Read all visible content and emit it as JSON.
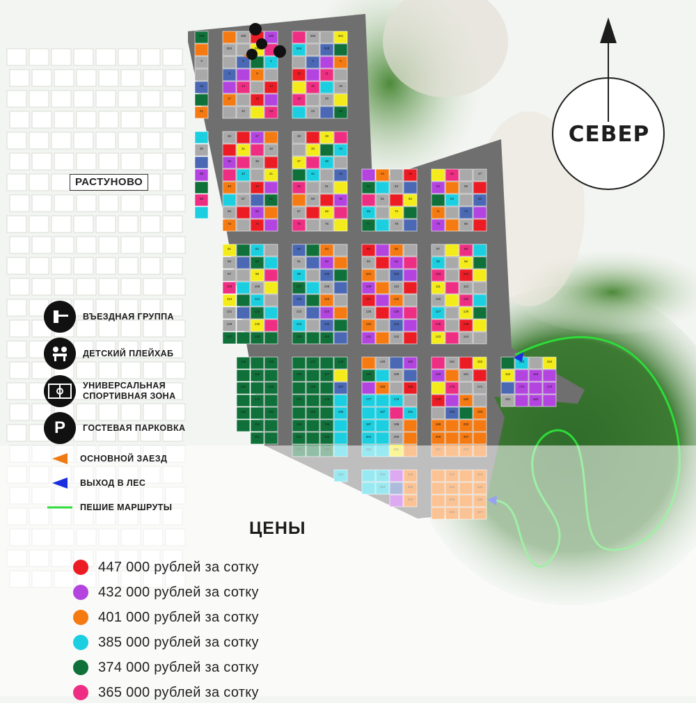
{
  "compass": {
    "label": "СЕВЕР"
  },
  "village": {
    "label": "РАСТУНОВО"
  },
  "legend": {
    "items": [
      {
        "icon": "entrance-gate-icon",
        "label": "ВЪЕЗДНАЯ ГРУППА"
      },
      {
        "icon": "playground-icon",
        "label": "ДЕТСКИЙ ПЛЕЙХАБ"
      },
      {
        "icon": "sports-field-icon",
        "label": "УНИВЕРСАЛЬНАЯ\nСПОРТИВНАЯ ЗОНА"
      },
      {
        "icon": "parking-icon",
        "label": "ГОСТЕВАЯ ПАРКОВКА",
        "glyph": "P"
      },
      {
        "icon": "main-entry-arrow-icon",
        "label": "ОСНОВНОЙ ЗАЕЗД",
        "color": "#f07a14"
      },
      {
        "icon": "forest-exit-arrow-icon",
        "label": "ВЫХОД В ЛЕС",
        "color": "#1a2ee0"
      },
      {
        "icon": "walking-route-line-icon",
        "label": "ПЕШИЕ МАРШРУТЫ",
        "color": "#2edc3a"
      }
    ]
  },
  "prices": {
    "title": "ЦЕНЫ",
    "items": [
      {
        "label": "447 000 рублей за сотку",
        "color": "#ec1c24"
      },
      {
        "label": "432 000 рублей за сотку",
        "color": "#b444e0"
      },
      {
        "label": "401 000 рублей за сотку",
        "color": "#f57a12"
      },
      {
        "label": "385 000 рублей за сотку",
        "color": "#1ccfe0"
      },
      {
        "label": "374 000 рублей за сотку",
        "color": "#10703a"
      },
      {
        "label": "365 000 рублей за сотку",
        "color": "#ee2e82"
      }
    ]
  },
  "plot_colors": {
    "red": "#ec1c24",
    "purple": "#b444e0",
    "orange": "#f57a12",
    "cyan": "#1ccfe0",
    "green": "#10703a",
    "pink": "#ee2e82",
    "yellow": "#f4ec1a",
    "blue": "#4a68b4",
    "gray": "#a9a9a9"
  },
  "plot_sample_labels": [
    "188",
    "189",
    "190",
    "260",
    "261",
    "262",
    "263",
    "264",
    "328",
    "3",
    "2",
    "1",
    "4",
    "5",
    "8",
    "9",
    "10",
    "11",
    "12",
    "13",
    "14",
    "15",
    "16",
    "17",
    "18",
    "19",
    "20",
    "21",
    "22",
    "23",
    "24",
    "25",
    "26",
    "27",
    "28",
    "29",
    "30",
    "31",
    "32",
    "33",
    "34",
    "35",
    "36",
    "37",
    "38",
    "39",
    "40",
    "41",
    "42",
    "43",
    "44",
    "45",
    "46",
    "47",
    "48",
    "49",
    "50",
    "51",
    "52",
    "53",
    "54",
    "55",
    "56",
    "57",
    "58",
    "59",
    "60",
    "61",
    "62",
    "63",
    "64",
    "65",
    "66",
    "67",
    "68",
    "69",
    "70",
    "71",
    "72",
    "73",
    "74",
    "75",
    "76",
    "77",
    "78",
    "79",
    "80",
    "81",
    "82",
    "83",
    "84",
    "85",
    "86",
    "87",
    "88",
    "89",
    "90",
    "91",
    "92",
    "93",
    "94",
    "95",
    "96",
    "97",
    "98",
    "99",
    "100",
    "101",
    "102",
    "103",
    "104",
    "105",
    "106",
    "107",
    "108",
    "109",
    "110",
    "111",
    "112",
    "113",
    "114",
    "115",
    "116",
    "117",
    "118",
    "119",
    "120",
    "121",
    "122",
    "123",
    "124",
    "125",
    "126",
    "127",
    "128",
    "129",
    "130",
    "131",
    "132",
    "133",
    "134",
    "135",
    "136",
    "137",
    "138",
    "139",
    "140",
    "141",
    "142",
    "143",
    "144",
    "145",
    "146",
    "147",
    "148",
    "149",
    "150",
    "151",
    "152",
    "153",
    "154",
    "155",
    "156",
    "157",
    "158",
    "159",
    "160",
    "161",
    "162",
    "163",
    "164",
    "165",
    "166",
    "167",
    "168",
    "169",
    "170",
    "171",
    "172",
    "173",
    "174",
    "175",
    "176",
    "177",
    "178",
    "179",
    "180",
    "181",
    "182",
    "183",
    "184",
    "185",
    "186",
    "187",
    "191",
    "192",
    "193",
    "194",
    "195",
    "196",
    "197",
    "198",
    "199",
    "200",
    "201",
    "202",
    "203",
    "204",
    "205",
    "206",
    "207",
    "208",
    "209",
    "210",
    "211",
    "212",
    "213",
    "214",
    "215",
    "216",
    "217",
    "218",
    "219",
    "220",
    "221",
    "222",
    "223",
    "224",
    "225",
    "226",
    "227",
    "228",
    "229",
    "230",
    "231",
    "232",
    "233",
    "234",
    "235",
    "236",
    "237",
    "238",
    "239",
    "240",
    "241",
    "242",
    "243",
    "244",
    "245",
    "246",
    "247",
    "248",
    "249",
    "250",
    "251",
    "252",
    "253",
    "254",
    "255",
    "256",
    "257",
    "258",
    "259",
    "265",
    "266",
    "267",
    "268",
    "269",
    "270",
    "271",
    "272",
    "273",
    "274",
    "275",
    "276",
    "277",
    "278",
    "279",
    "280",
    "281",
    "282",
    "283",
    "284",
    "285",
    "286",
    "287",
    "288",
    "289",
    "290",
    "291",
    "292",
    "293",
    "294",
    "295",
    "296",
    "297",
    "298",
    "299",
    "300",
    "301",
    "302",
    "303",
    "304",
    "305",
    "306",
    "307",
    "308",
    "309",
    "310",
    "311",
    "312",
    "313",
    "314",
    "315",
    "316",
    "317",
    "318",
    "319",
    "320",
    "321",
    "322",
    "323",
    "324",
    "325",
    "326",
    "327",
    "329",
    "330",
    "331",
    "332",
    "333",
    "334",
    "335",
    "336",
    "337",
    "338",
    "339",
    "340",
    "341",
    "342",
    "343",
    "344",
    "345",
    "346",
    "347",
    "348",
    "349",
    "350",
    "351",
    "352",
    "353",
    "354",
    "355",
    "356",
    "357",
    "358",
    "359",
    "360",
    "361",
    "362",
    "363",
    "364",
    "365",
    "366",
    "367",
    "368",
    "369",
    "370",
    "371",
    "372",
    "373",
    "374",
    "375",
    "376",
    "377",
    "378",
    "379",
    "380",
    "381",
    "382",
    "383",
    "384",
    "385",
    "386",
    "387",
    "388",
    "389",
    "390",
    "391",
    "392",
    "393",
    "394",
    "395",
    "396",
    "397",
    "398",
    "399",
    "400",
    "401",
    "402",
    "403",
    "404",
    "405",
    "406",
    "407",
    "408"
  ]
}
